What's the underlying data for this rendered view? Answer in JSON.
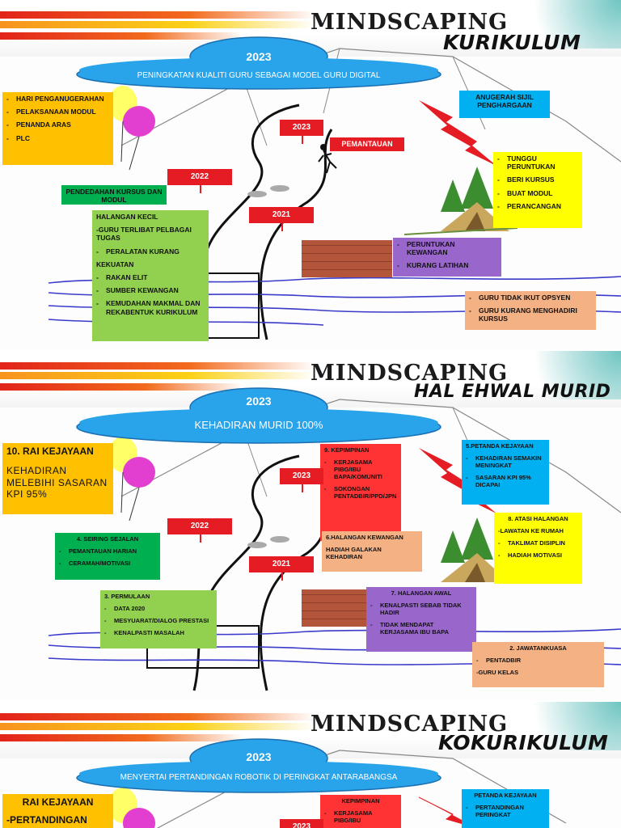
{
  "slides": [
    {
      "title": "MINDSCAPING",
      "subtitle": "KURIKULUM",
      "cloud": {
        "year": "2023",
        "text": "PENINGKATAN KUALITI GURU SEBAGAI MODEL GURU DIGITAL"
      },
      "left_box": [
        "HARI PENGANUGERAHAN",
        "PELAKSANAAN MODUL",
        "PENANDA ARAS",
        "PLC"
      ],
      "top_right_box": "ANUGERAH SIJIL PENGHARGAAN",
      "signs": {
        "s2023": "2023",
        "s2022": "2022",
        "s2021": "2021",
        "pemantauan": "PEMANTAUAN"
      },
      "yellow_box": [
        "TUNGGU PERUNTUKAN",
        "BERI KURSUS",
        "BUAT MODUL",
        "PERANCANGAN"
      ],
      "green_dark_box": "PENDEDAHAN KURSUS DAN MODUL",
      "green_light_box": {
        "halangan_head": "HALANGAN KECIL",
        "halangan_item1": "-GURU TERLIBAT PELBAGAI TUGAS",
        "halangan_item2": "PERALATAN KURANG",
        "kekuatan_head": "KEKUATAN",
        "kekuatan_items": [
          "RAKAN ELIT",
          "SUMBER KEWANGAN",
          "KEMUDAHAN MAKMAL DAN REKABENTUK KURIKULUM"
        ]
      },
      "purple_box": [
        "PERUNTUKAN KEWANGAN",
        "KURANG LATIHAN"
      ],
      "peach_box": [
        "GURU TIDAK IKUT OPSYEN",
        "GURU KURANG MENGHADIRI KURSUS"
      ]
    },
    {
      "title": "MINDSCAPING",
      "subtitle": "HAL EHWAL MURID",
      "cloud": {
        "year": "2023",
        "text": "KEHADIRAN MURID 100%"
      },
      "orange_box": {
        "head": "10. RAI KEJAYAAN",
        "body": "KEHADIRAN MELEBIHI SASARAN KPI 95%"
      },
      "red_box": {
        "head": "9. KEPIMPINAN",
        "items": [
          "KERJASAMA PIBG/IBU BAPA/KOMUNITI",
          "SOKONGAN PENTADBIR/PPD/JPN"
        ]
      },
      "cyan_box": {
        "head": "5.PETANDA KEJAYAAN",
        "items": [
          "KEHADIRAN SEMAKIN MENINGKAT",
          "SASARAN KPI 95% DICAPAI"
        ]
      },
      "signs": {
        "s2023": "2023",
        "s2022": "2022",
        "s2021": "2021"
      },
      "yellow_box": {
        "head": "8. ATASI HALANGAN",
        "items": [
          "-LAWATAN KE RUMAH",
          "TAKLIMAT DISIPLIN",
          "HADIAH MOTIVASI"
        ]
      },
      "green_dark_box": {
        "head": "4. SEIRING SEJALAN",
        "items": [
          "PEMANTAUAN HARIAN",
          "CERAMAH/MOTIVASI"
        ]
      },
      "peach_small_box": {
        "head": "6.HALANGAN KEWANGAN",
        "body": "HADIAH GALAKAN KEHADIRAN"
      },
      "green_light_box": {
        "head": "3. PERMULAAN",
        "items": [
          "DATA 2020",
          "MESYUARAT/DIALOG PRESTASI",
          "KENALPASTI MASALAH"
        ]
      },
      "purple_box": {
        "head": "7. HALANGAN AWAL",
        "items": [
          "KENALPASTI SEBAB TIDAK HADIR",
          "TIDAK MENDAPAT KERJASAMA IBU BAPA"
        ]
      },
      "peach_box": {
        "head": "2. JAWATANKUASA",
        "items": [
          "PENTADBIR",
          "-GURU KELAS"
        ]
      }
    },
    {
      "title": "MINDSCAPING",
      "subtitle": "KOKURIKULUM",
      "cloud": {
        "year": "2023",
        "text": "MENYERTAI PERTANDINGAN ROBOTIK DI PERINGKAT ANTARABANGSA"
      },
      "orange_box": {
        "head": "RAI KEJAYAAN",
        "body": "-PERTANDINGAN"
      },
      "red_box": {
        "head": "KEPIMPINAN",
        "items": [
          "KERJASAMA PIBG/IBU"
        ]
      },
      "cyan_box": {
        "head": "PETANDA KEJAYAAN",
        "items": [
          "PERTANDINGAN PERINGKAT"
        ]
      },
      "signs": {
        "s2023": "2023"
      }
    }
  ]
}
